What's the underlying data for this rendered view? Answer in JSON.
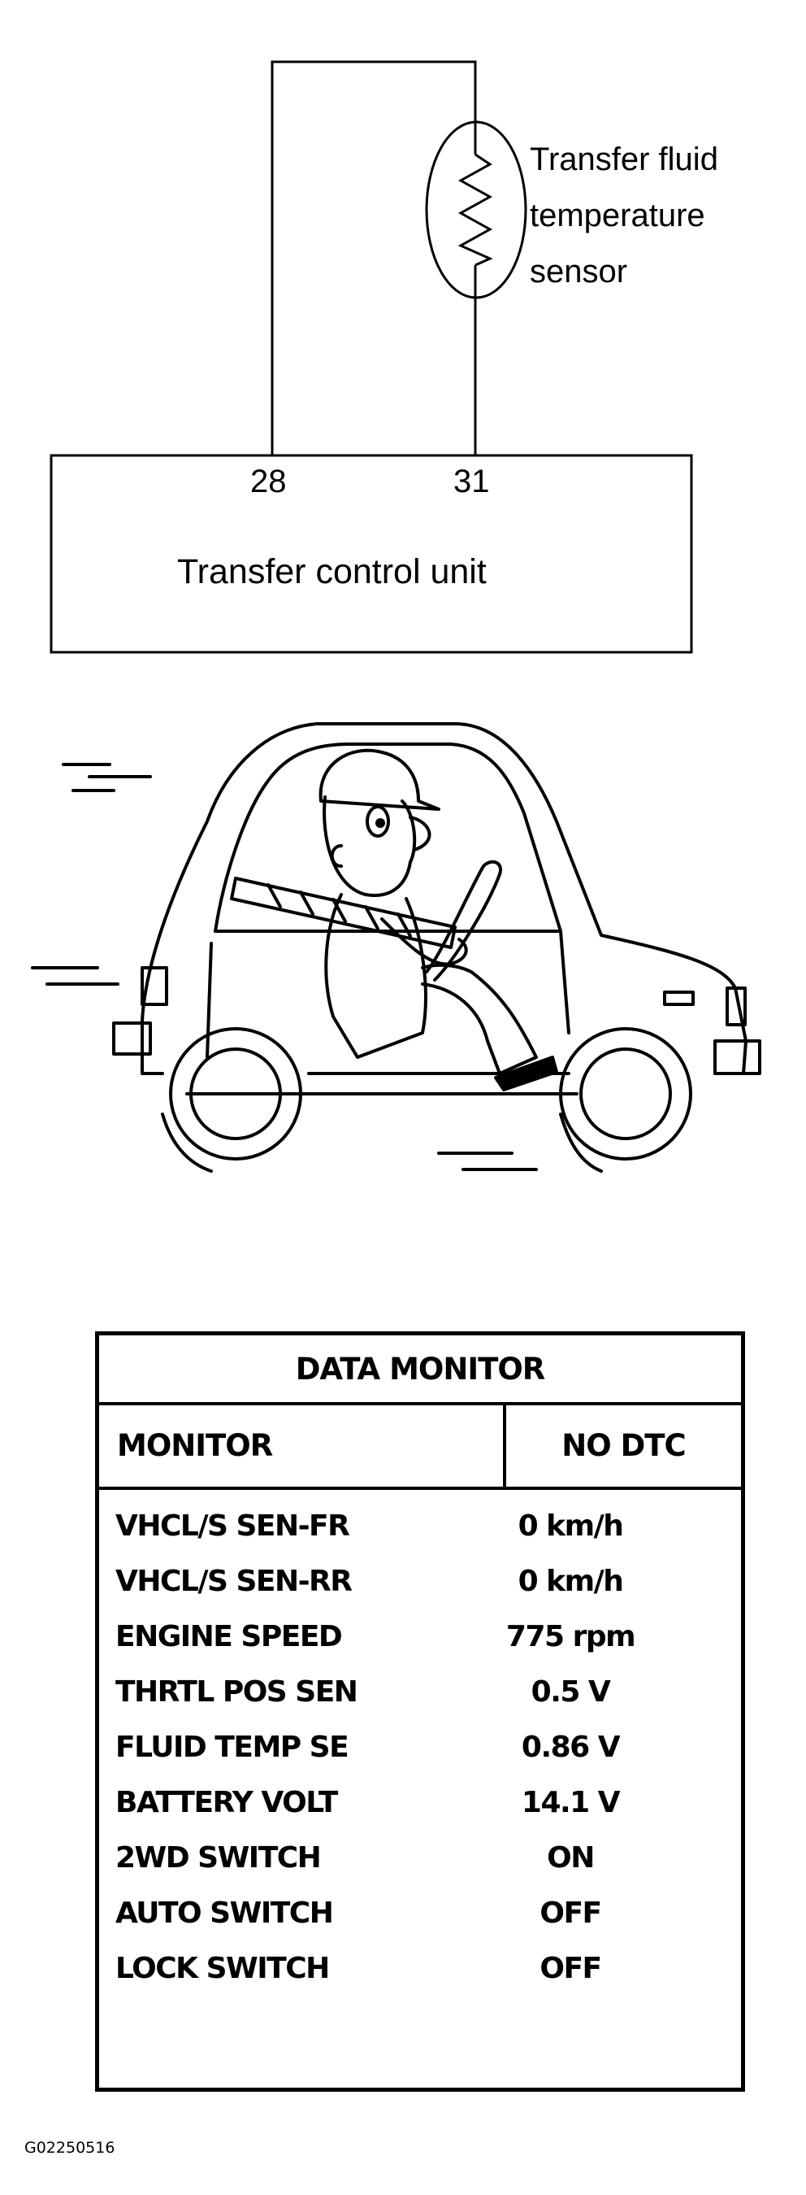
{
  "circuit": {
    "sensor_label_lines": [
      "Transfer fluid",
      "temperature",
      "sensor"
    ],
    "pins": [
      "28",
      "31"
    ],
    "unit_name": "Transfer control unit"
  },
  "illustration": {
    "subject": "driver-in-car"
  },
  "data_monitor": {
    "title": "DATA MONITOR",
    "header_left": "MONITOR",
    "header_right": "NO DTC",
    "rows": [
      {
        "name": "VHCL/S SEN-FR",
        "value": "0 km/h"
      },
      {
        "name": "VHCL/S SEN-RR",
        "value": "0 km/h"
      },
      {
        "name": "ENGINE SPEED",
        "value": "775 rpm"
      },
      {
        "name": "THRTL POS SEN",
        "value": "0.5 V"
      },
      {
        "name": "FLUID TEMP SE",
        "value": "0.86 V"
      },
      {
        "name": "BATTERY VOLT",
        "value": "14.1 V"
      },
      {
        "name": "2WD SWITCH",
        "value": "ON"
      },
      {
        "name": "AUTO SWITCH",
        "value": "OFF"
      },
      {
        "name": "LOCK SWITCH",
        "value": "OFF"
      }
    ]
  },
  "figure_id": "G02250516"
}
